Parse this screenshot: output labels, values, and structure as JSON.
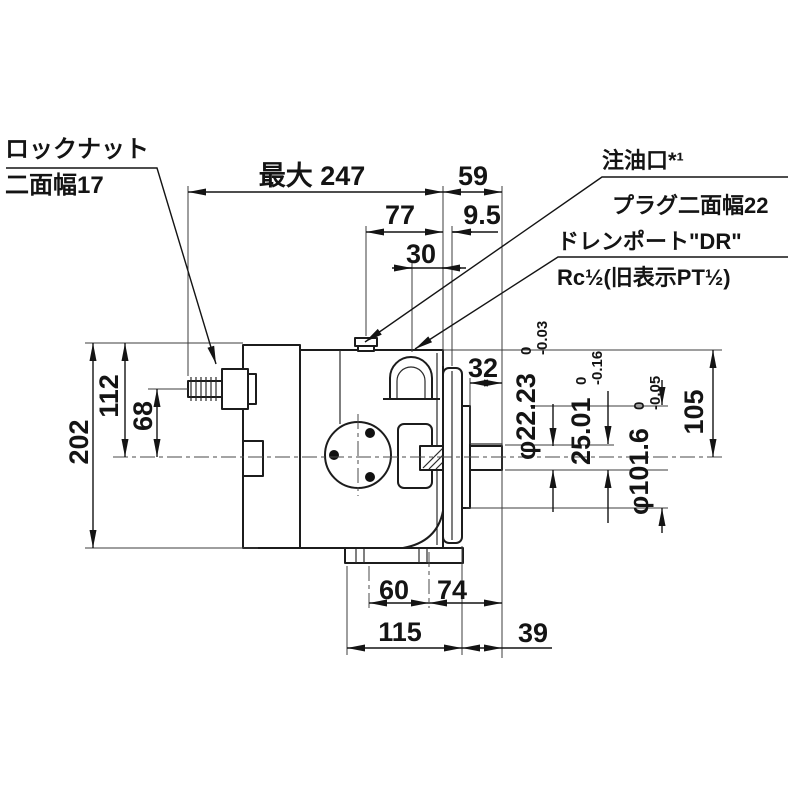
{
  "colors": {
    "background": "#ffffff",
    "line": "#1c1c1c",
    "dim_text": "#141414"
  },
  "callouts": {
    "lock_nut": {
      "line1": "ロックナット",
      "line2": "二面幅17"
    },
    "oil_fill": {
      "line1": "注油口*¹",
      "line2": "プラグ二面幅22"
    },
    "drain": {
      "line1": "ドレンポート\"DR\"",
      "line2": "Rc½(旧表示PT½)"
    }
  },
  "dims": {
    "top": {
      "max_width": "最大 247",
      "shaft_side": "59",
      "oil_port_offset": "77",
      "plate_step": "9.5",
      "drain_offset": "30"
    },
    "left": {
      "total_height": "202",
      "axis_height": "112",
      "screw_height": "68"
    },
    "right": {
      "shaft_length": "32",
      "shaft_dia": {
        "value": "φ22.23",
        "tol_top": "0",
        "tol_bottom": "-0.03"
      },
      "key_height": {
        "value": "25.01",
        "tol_top": "0",
        "tol_bottom": "-0.16"
      },
      "pilot_dia": {
        "value": "φ101.6",
        "tol_top": "0",
        "tol_bottom": "-0.05"
      },
      "flange_height": "105"
    },
    "bottom": {
      "foot_front": "60",
      "foot_rear": "74",
      "foot_total": "115",
      "shaft_overhang": "39"
    }
  }
}
